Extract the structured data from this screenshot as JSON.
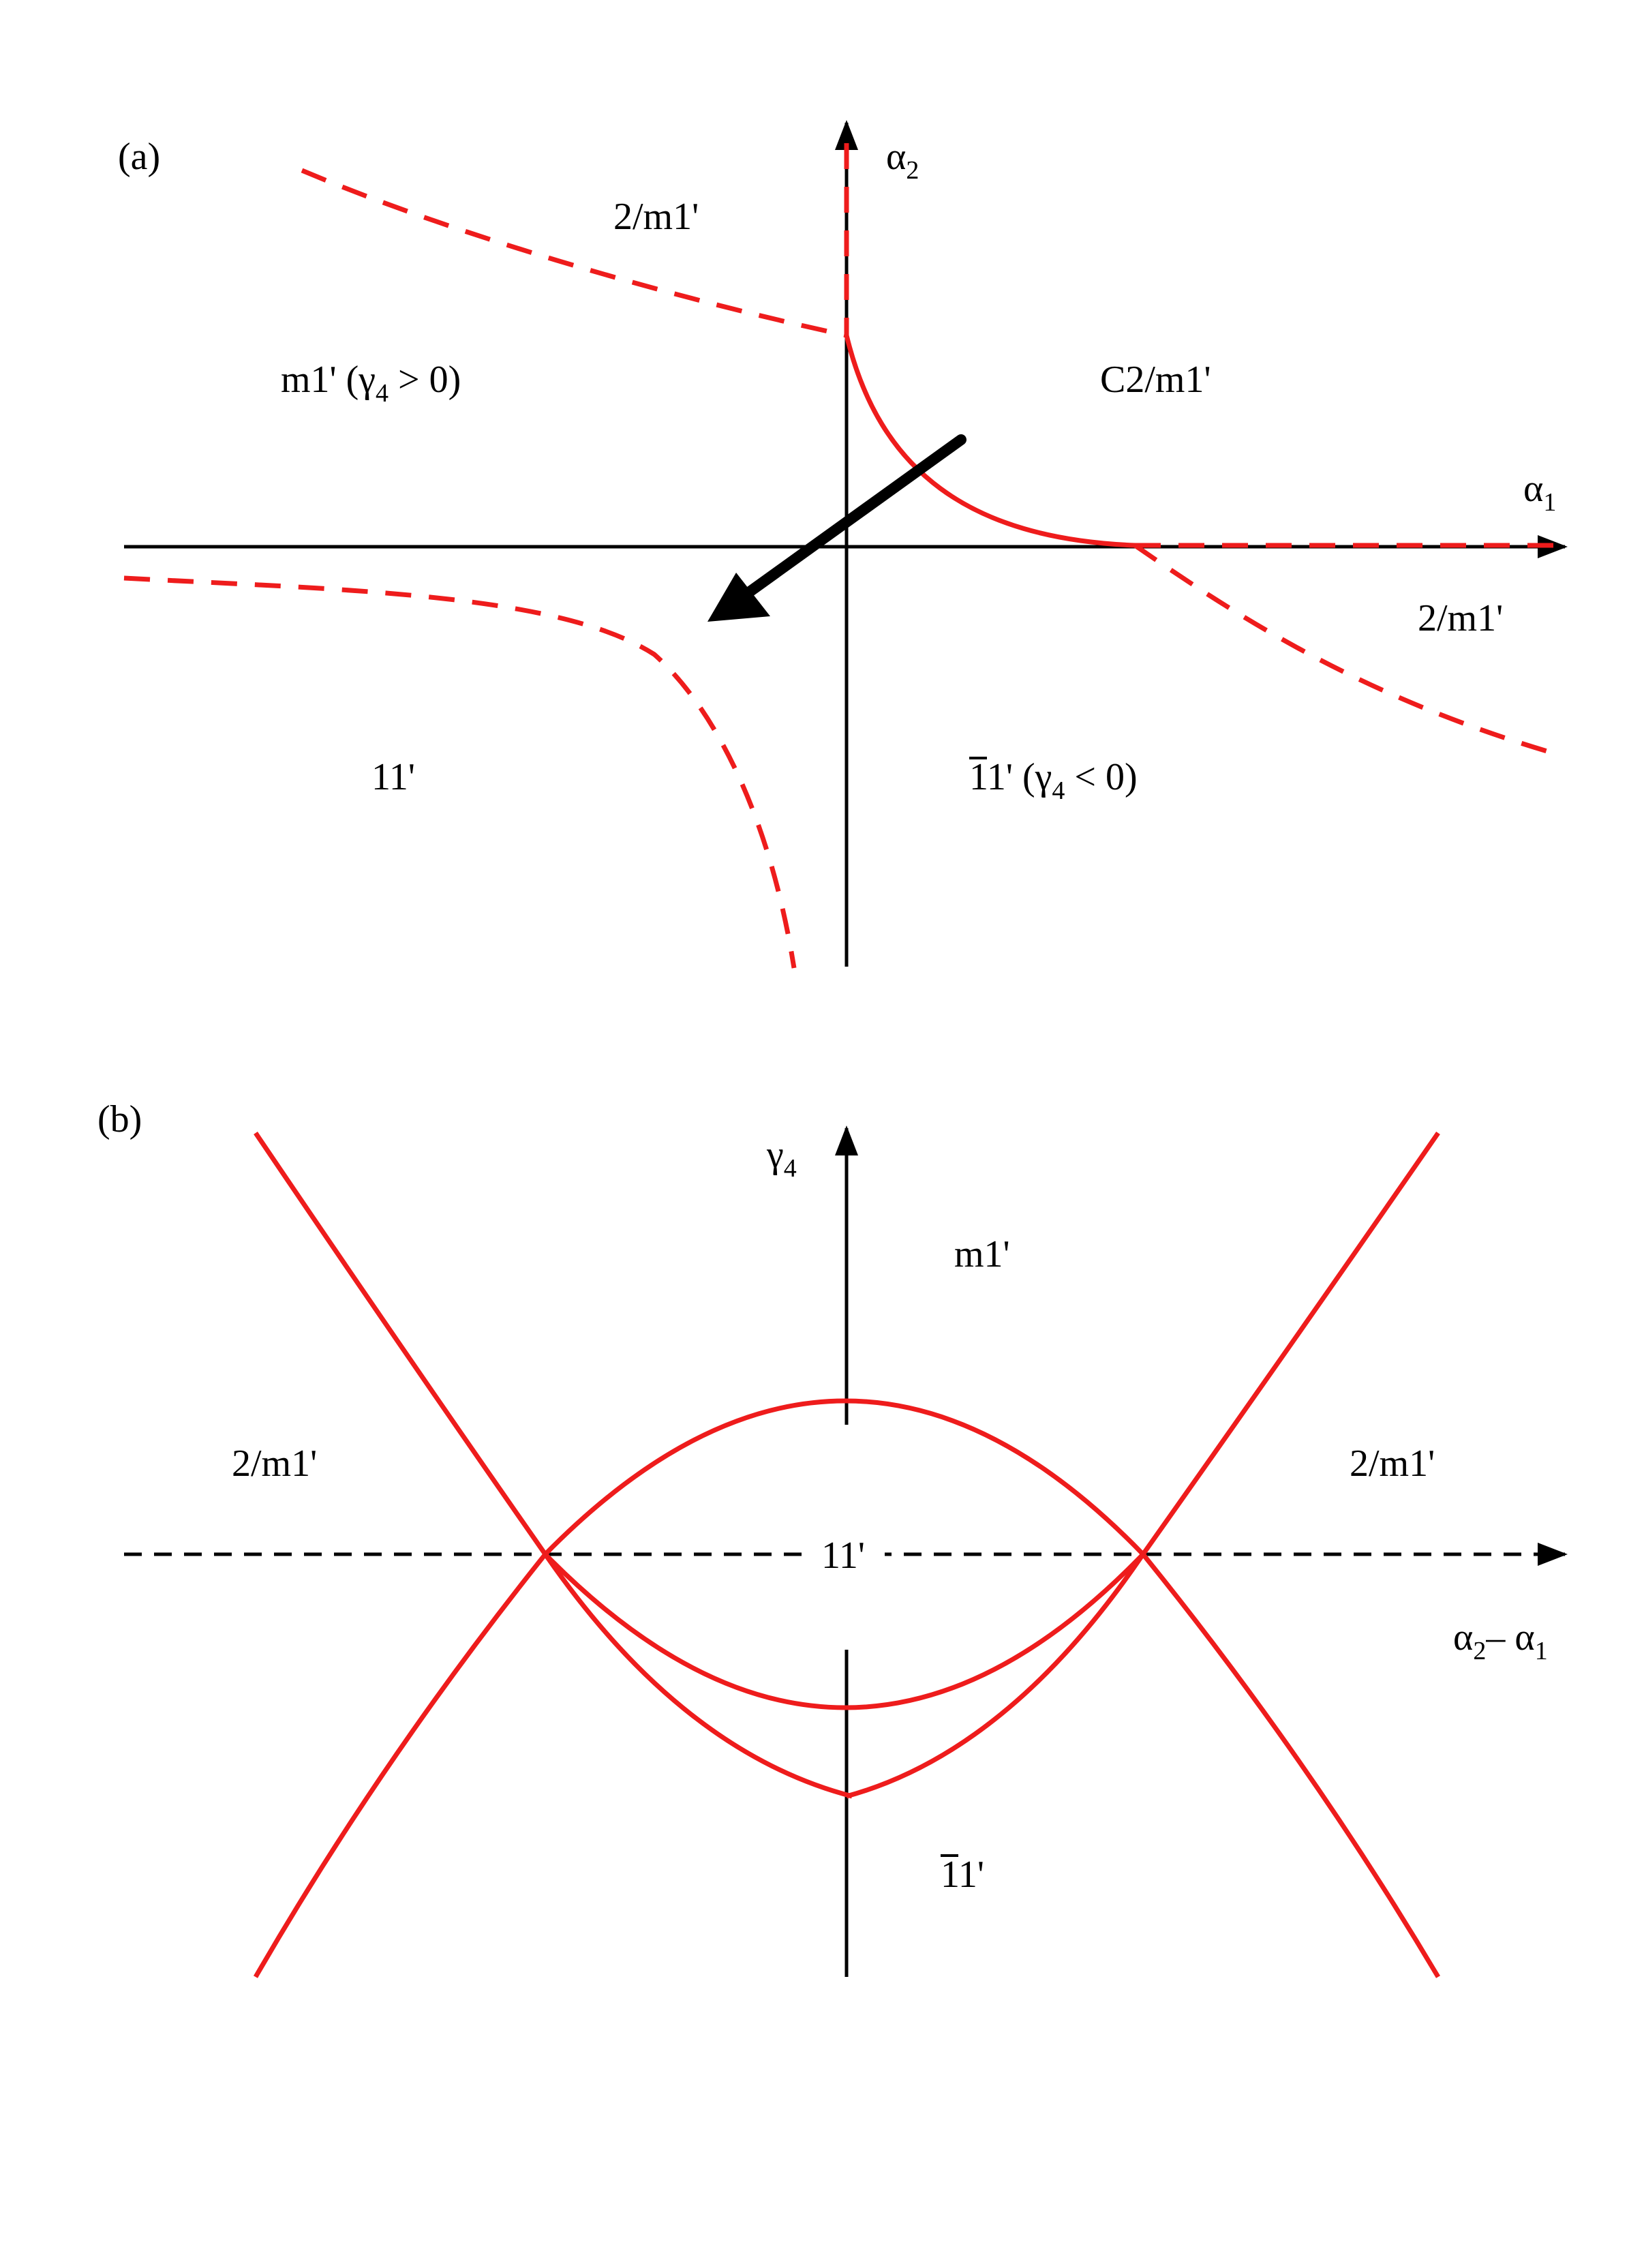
{
  "colors": {
    "boundary": "#ee1c1c",
    "axis": "#000000",
    "background": "#ffffff"
  },
  "panel_a": {
    "tag": "(a)",
    "axis_y": {
      "symbol": "α",
      "subscript": "2"
    },
    "axis_x": {
      "symbol": "α",
      "subscript": "1"
    },
    "regions": {
      "top": "2/m1'",
      "upper_left_main": "m1' (",
      "upper_left_gamma": "γ",
      "upper_left_sub": "4",
      "upper_left_cond": " > 0)",
      "upper_right": "C2/m1'",
      "right": "2/m1'",
      "lower_left": "11'",
      "lower_right_digit_bar": "1",
      "lower_right_main": "1' (",
      "lower_right_gamma": "γ",
      "lower_right_sub": "4",
      "lower_right_cond": " < 0)"
    },
    "arrow_icon": "diagonal-arrow-icon"
  },
  "panel_b": {
    "tag": "(b)",
    "axis_y": {
      "symbol": "γ",
      "subscript": "4"
    },
    "axis_x": {
      "a2": "α",
      "a2_sub": "2",
      "minus": "– ",
      "a1": "α",
      "a1_sub": "1"
    },
    "regions": {
      "top": "m1'",
      "left": "2/m1'",
      "right": "2/m1'",
      "center": "11'",
      "bottom_digit_bar": "1",
      "bottom_main": "1'"
    }
  }
}
